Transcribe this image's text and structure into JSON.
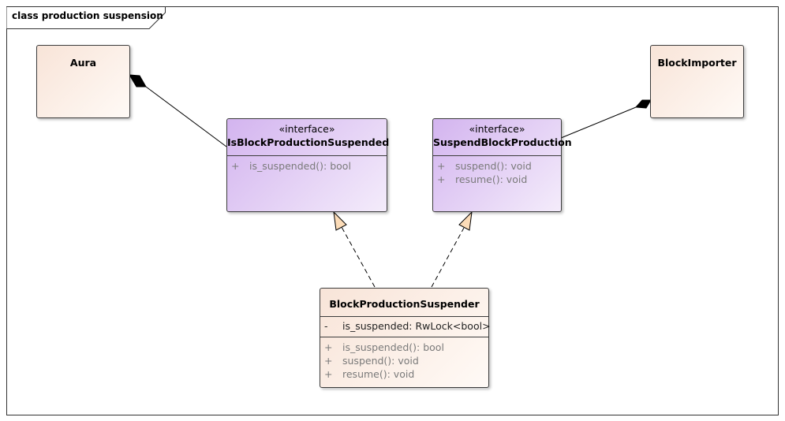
{
  "diagram": {
    "frame_title": "class production suspension"
  },
  "classes": {
    "aura": {
      "name": "Aura"
    },
    "block_importer": {
      "name": "BlockImporter"
    },
    "is_suspended_iface": {
      "stereotype": "«interface»",
      "name": "IsBlockProductionSuspended",
      "operations": [
        {
          "visibility": "+",
          "signature": "is_suspended(): bool"
        }
      ]
    },
    "suspend_iface": {
      "stereotype": "«interface»",
      "name": "SuspendBlockProduction",
      "operations": [
        {
          "visibility": "+",
          "signature": "suspend(): void"
        },
        {
          "visibility": "+",
          "signature": "resume(): void"
        }
      ]
    },
    "suspender": {
      "name": "BlockProductionSuspender",
      "attributes": [
        {
          "visibility": "-",
          "signature": "is_suspended: RwLock<bool>"
        }
      ],
      "operations": [
        {
          "visibility": "+",
          "signature": "is_suspended(): bool"
        },
        {
          "visibility": "+",
          "signature": "suspend(): void"
        },
        {
          "visibility": "+",
          "signature": "resume(): void"
        }
      ]
    }
  },
  "relationships": [
    {
      "type": "composition",
      "whole": "Aura",
      "part": "IsBlockProductionSuspended"
    },
    {
      "type": "composition",
      "whole": "BlockImporter",
      "part": "SuspendBlockProduction"
    },
    {
      "type": "realization",
      "from": "BlockProductionSuspender",
      "to": "IsBlockProductionSuspended"
    },
    {
      "type": "realization",
      "from": "BlockProductionSuspender",
      "to": "SuspendBlockProduction"
    }
  ]
}
